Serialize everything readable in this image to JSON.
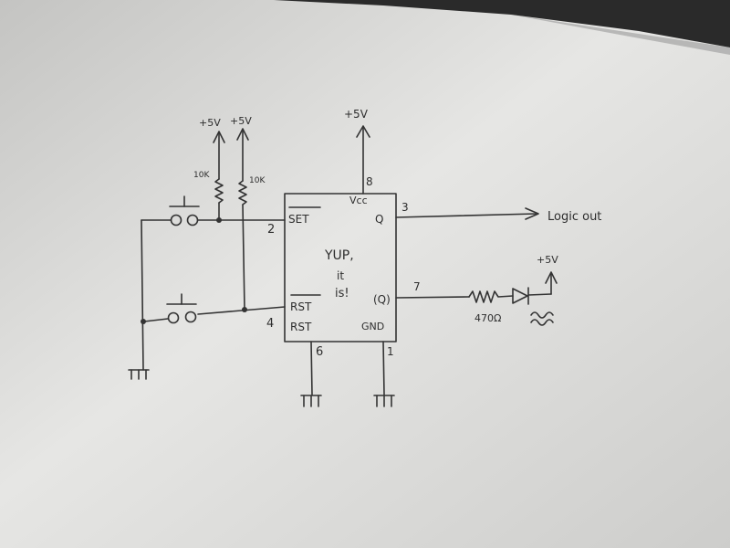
{
  "labels": {
    "vcc_top": "+5V",
    "pullup_left_supply": "+5V",
    "pullup_right_supply": "+5V",
    "pullup_left_value": "10K",
    "pullup_right_value": "10K",
    "pin_vcc": "8",
    "pin_set": "2",
    "pin_rst": "4",
    "pin_q": "3",
    "pin_qbar": "7",
    "pin_reset": "6",
    "pin_gnd": "1",
    "vcc_label": "Vcc",
    "set_label": "SET",
    "rst_label": "RST",
    "q_label": "Q",
    "qbar_label": "(Q)",
    "reset_label": "RST",
    "gnd_label": "GND",
    "chip_line1": "YUP,",
    "chip_line2": "it",
    "chip_line3": "is!",
    "logic_out": "Logic out",
    "led_supply": "+5V",
    "resistor_value": "470Ω"
  }
}
